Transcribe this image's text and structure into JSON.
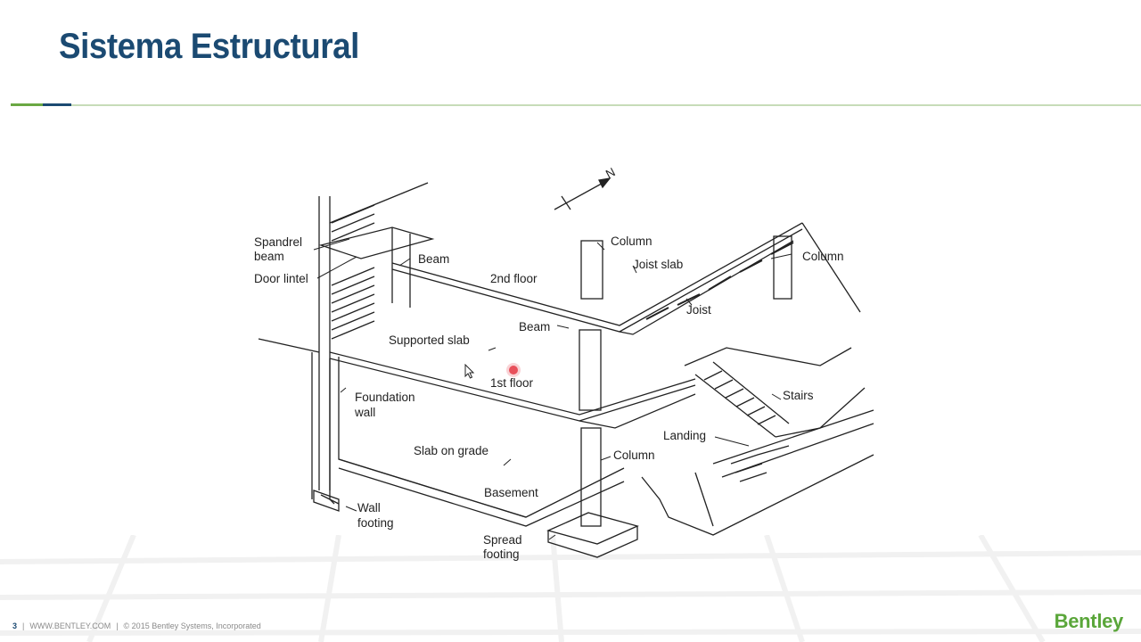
{
  "slide": {
    "title": "Sistema Estructural",
    "page_number": "3",
    "website": "WWW.BENTLEY.COM",
    "copyright": "© 2015 Bentley Systems, Incorporated",
    "brand": "Bentley"
  },
  "colors": {
    "title": "#1b4a72",
    "accent_green": "#6aa843",
    "brand_green": "#5aa63a"
  },
  "diagram": {
    "labels": {
      "spandrel_beam_1": "Spandrel",
      "spandrel_beam_2": "beam",
      "door_lintel": "Door lintel",
      "beam_top": "Beam",
      "second_floor": "2nd floor",
      "column_top": "Column",
      "joist_slab": "Joist slab",
      "column_right": "Column",
      "joist": "Joist",
      "beam_mid": "Beam",
      "supported_slab": "Supported slab",
      "first_floor": "1st floor",
      "foundation_wall_1": "Foundation",
      "foundation_wall_2": "wall",
      "stairs": "Stairs",
      "landing": "Landing",
      "slab_on_grade": "Slab on grade",
      "column_bottom": "Column",
      "basement": "Basement",
      "wall_footing_1": "Wall",
      "wall_footing_2": "footing",
      "spread_footing_1": "Spread",
      "spread_footing_2": "footing",
      "north": "N"
    }
  }
}
